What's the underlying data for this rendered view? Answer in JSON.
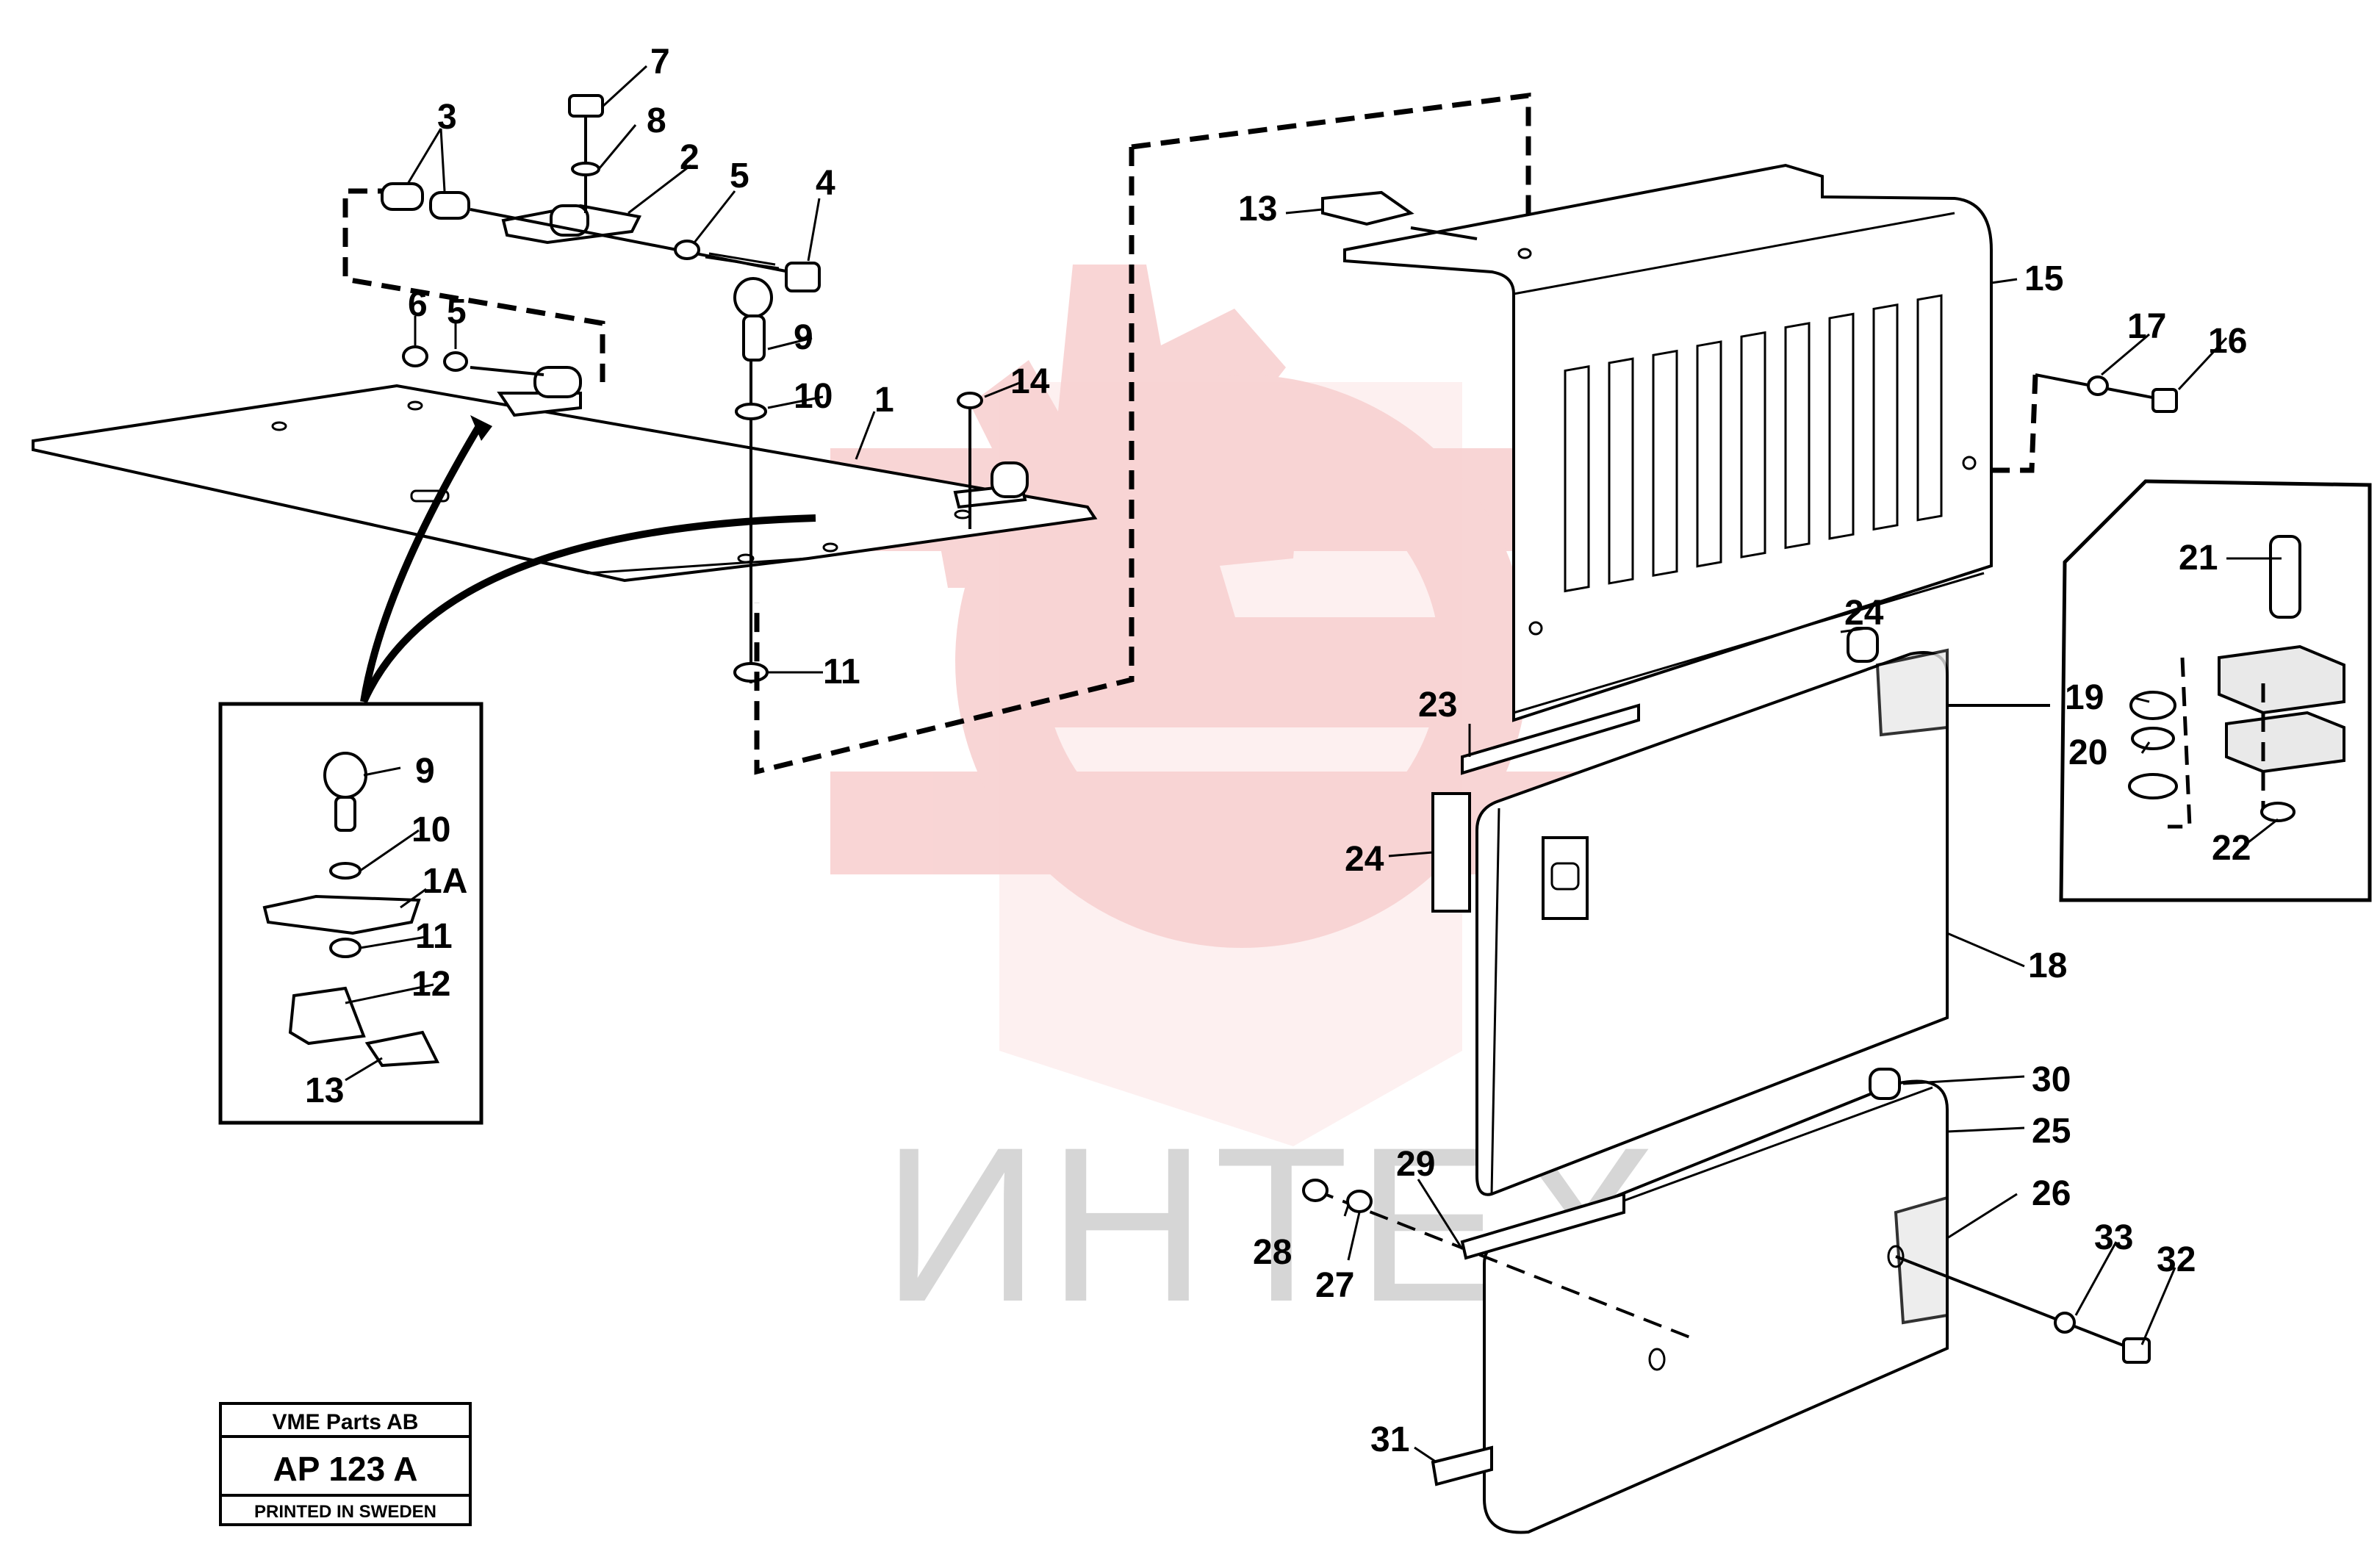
{
  "watermark": {
    "text": "ИНТЕХ",
    "logo_color": "#f4b3b3",
    "text_color": "#d9d9d9"
  },
  "title_block": {
    "company": "VME Parts AB",
    "drawing_number": "AP 123 A",
    "printed": "PRINTED IN SWEDEN"
  },
  "callouts": {
    "p1": "1",
    "p2": "2",
    "p3": "3",
    "p4": "4",
    "p5a": "5",
    "p5b": "5",
    "p6": "6",
    "p7": "7",
    "p8": "8",
    "p9": "9",
    "p10": "10",
    "p11": "11",
    "p13": "13",
    "p14": "14",
    "p15": "15",
    "p16": "16",
    "p17": "17",
    "p18": "18",
    "p19": "19",
    "p20": "20",
    "p21": "21",
    "p22": "22",
    "p23": "23",
    "p24a": "24",
    "p24b": "24",
    "p25": "25",
    "p26": "26",
    "p27": "27",
    "p28": "28",
    "p29": "29",
    "p30": "30",
    "p31": "31",
    "p32": "32",
    "p33": "33"
  },
  "detail_callouts": {
    "d9": "9",
    "d10": "10",
    "d1a": "1A",
    "d11": "11",
    "d12": "12",
    "d13": "13"
  }
}
